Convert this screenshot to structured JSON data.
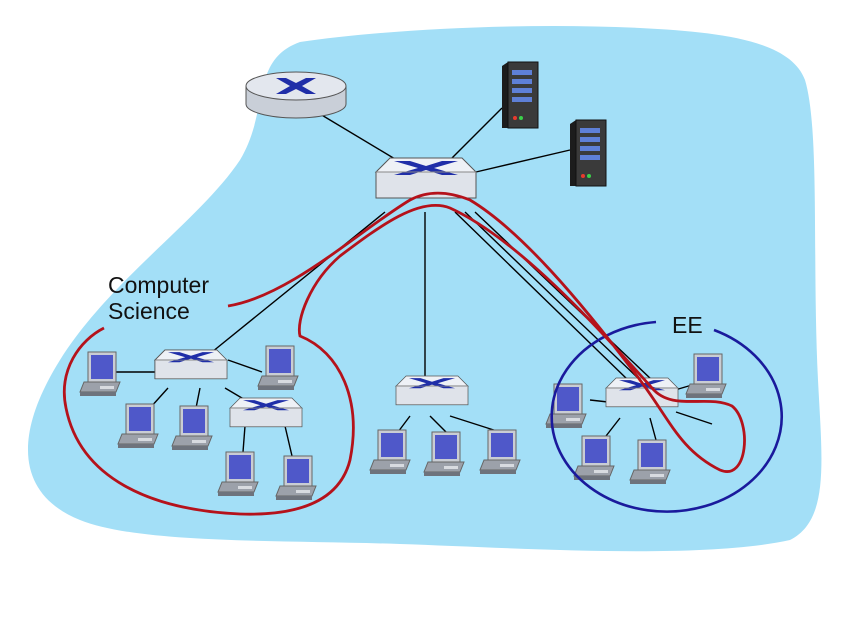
{
  "labels": {
    "computer_science_line1": "Computer",
    "computer_science_line2": "Science",
    "ee": "EE"
  },
  "colors": {
    "background_blob": "#a3dff7",
    "vlan_path_red": "#b5121b",
    "ee_circle_blue": "#1a1a9c",
    "switch_body": "#dfe3ea",
    "switch_arrows": "#1f2ea8",
    "router_body": "#d6dbe3",
    "server_body": "#2b2b2b",
    "server_bays": "#5e7fd6",
    "monitor_screen": "#4f58c9",
    "link_line": "#000000"
  },
  "icons": {
    "router": "router-icon",
    "switch": "ethernet-switch-icon",
    "server": "server-icon",
    "host": "workstation-icon"
  }
}
